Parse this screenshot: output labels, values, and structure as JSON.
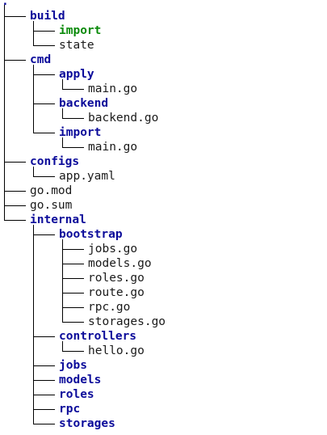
{
  "tree": {
    "root_label": ".",
    "items": [
      {
        "label": "build",
        "type": "dir",
        "depth": 0,
        "last": false
      },
      {
        "label": "import",
        "type": "exec",
        "depth": 1,
        "last": false
      },
      {
        "label": "state",
        "type": "file",
        "depth": 1,
        "last": true
      },
      {
        "label": "cmd",
        "type": "dir",
        "depth": 0,
        "last": false
      },
      {
        "label": "apply",
        "type": "dir",
        "depth": 1,
        "last": false
      },
      {
        "label": "main.go",
        "type": "file",
        "depth": 2,
        "last": true
      },
      {
        "label": "backend",
        "type": "dir",
        "depth": 1,
        "last": false
      },
      {
        "label": "backend.go",
        "type": "file",
        "depth": 2,
        "last": true
      },
      {
        "label": "import",
        "type": "dir",
        "depth": 1,
        "last": true
      },
      {
        "label": "main.go",
        "type": "file",
        "depth": 2,
        "last": true
      },
      {
        "label": "configs",
        "type": "dir",
        "depth": 0,
        "last": false
      },
      {
        "label": "app.yaml",
        "type": "file",
        "depth": 1,
        "last": true
      },
      {
        "label": "go.mod",
        "type": "file",
        "depth": 0,
        "last": false
      },
      {
        "label": "go.sum",
        "type": "file",
        "depth": 0,
        "last": false
      },
      {
        "label": "internal",
        "type": "dir",
        "depth": 0,
        "last": true
      },
      {
        "label": "bootstrap",
        "type": "dir",
        "depth": 1,
        "last": false
      },
      {
        "label": "jobs.go",
        "type": "file",
        "depth": 2,
        "last": false
      },
      {
        "label": "models.go",
        "type": "file",
        "depth": 2,
        "last": false
      },
      {
        "label": "roles.go",
        "type": "file",
        "depth": 2,
        "last": false
      },
      {
        "label": "route.go",
        "type": "file",
        "depth": 2,
        "last": false
      },
      {
        "label": "rpc.go",
        "type": "file",
        "depth": 2,
        "last": false
      },
      {
        "label": "storages.go",
        "type": "file",
        "depth": 2,
        "last": true
      },
      {
        "label": "controllers",
        "type": "dir",
        "depth": 1,
        "last": false
      },
      {
        "label": "hello.go",
        "type": "file",
        "depth": 2,
        "last": true
      },
      {
        "label": "jobs",
        "type": "dir",
        "depth": 1,
        "last": false
      },
      {
        "label": "models",
        "type": "dir",
        "depth": 1,
        "last": false
      },
      {
        "label": "roles",
        "type": "dir",
        "depth": 1,
        "last": false
      },
      {
        "label": "rpc",
        "type": "dir",
        "depth": 1,
        "last": false
      },
      {
        "label": "storages",
        "type": "dir",
        "depth": 1,
        "last": true
      }
    ]
  },
  "colors": {
    "directory": "#0b0b9a",
    "executable": "#0a8a0a",
    "file": "#1a1a1a",
    "connector": "#000000"
  }
}
